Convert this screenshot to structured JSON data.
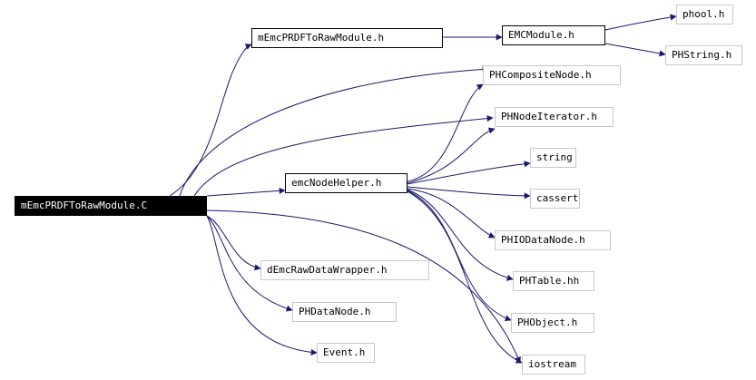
{
  "colors": {
    "edge": "#191970",
    "root_bg": "#000000",
    "root_fg": "#ffffff",
    "external_border": "#c8c8c8",
    "internal_border": "#000000"
  },
  "nodes": {
    "root": "mEmcPRDFToRawModule.C",
    "module_h": "mEmcPRDFToRawModule.h",
    "emcmodule_h": "EMCModule.h",
    "phool_h": "phool.h",
    "phstring_h": "PHString.h",
    "phcompositenode_h": "PHCompositeNode.h",
    "phnodeiterator_h": "PHNodeIterator.h",
    "emcnodehelper_h": "emcNodeHelper.h",
    "string": "string",
    "cassert": "cassert",
    "phiodatanode_h": "PHIODataNode.h",
    "phtable_hh": "PHTable.hh",
    "phobject_h": "PHObject.h",
    "iostream": "iostream",
    "demcrawdatawrapper_h": "dEmcRawDataWrapper.h",
    "phdatanode_h": "PHDataNode.h",
    "event_h": "Event.h"
  }
}
